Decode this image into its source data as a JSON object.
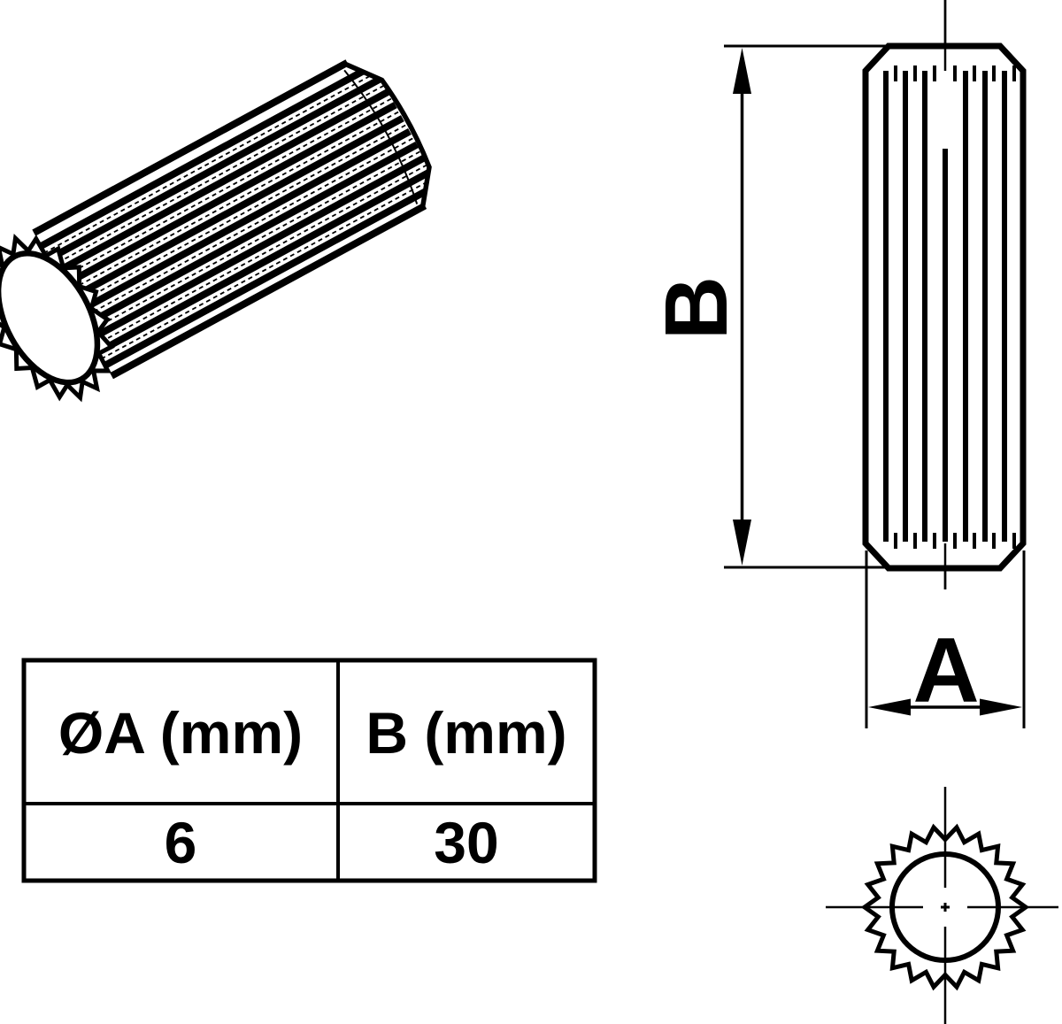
{
  "drawing": {
    "subject": "fluted-dowel-technical-drawing",
    "line_color": "#000000",
    "background_color": "#ffffff"
  },
  "dimensions": {
    "a_label": "A",
    "b_label": "B"
  },
  "table": {
    "headers": [
      "ØA (mm)",
      "B (mm)"
    ],
    "rows": [
      [
        "6",
        "30"
      ]
    ]
  }
}
